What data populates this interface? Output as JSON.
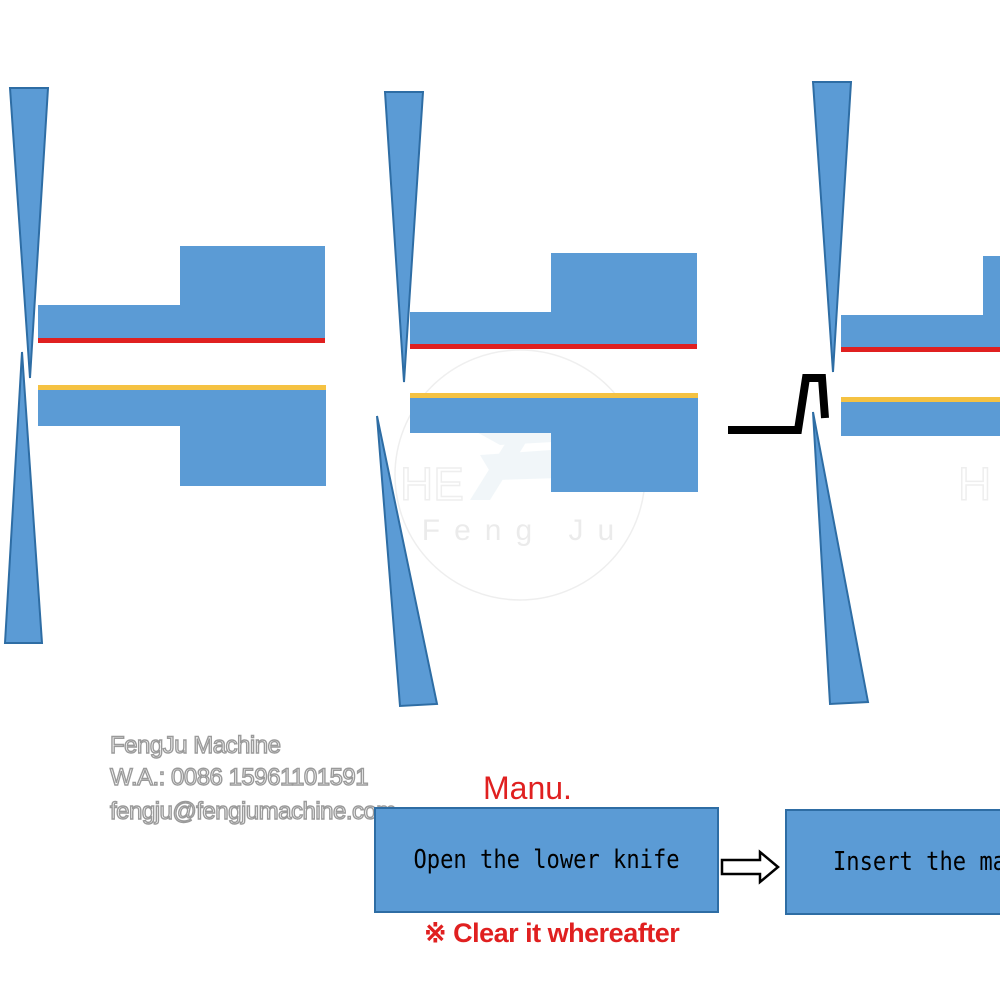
{
  "watermark": {
    "line1": "FengJu Machine",
    "line2": "W.A.: 0086 15961101591",
    "line3": "fengju@fengjumachine.com",
    "logo_text": "Feng Ju"
  },
  "flow": {
    "mode_label": "Manu.",
    "step1": "Open the lower knife",
    "step2": "Insert the mate",
    "note": "※ Clear it whereafter"
  },
  "colors": {
    "blade": "#5b9bd5",
    "upper_strip": "#e02020",
    "lower_strip": "#f5c242",
    "arrow_line": "#000000"
  }
}
